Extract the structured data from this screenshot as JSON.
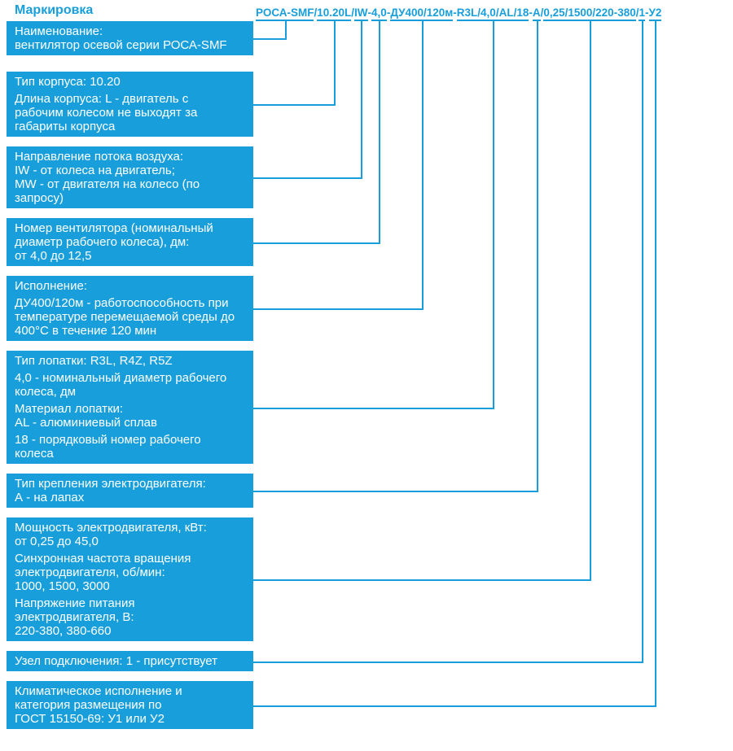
{
  "title": "Маркировка",
  "colors": {
    "accent": "#189fdb",
    "box_text": "#ffffff",
    "page_bg": "#ffffff"
  },
  "code": {
    "segments": [
      "РОСА-SMF",
      "10.20L",
      "IW",
      "4,0",
      "ДУ400/120м",
      "R3L/4,0/AL/18",
      "А",
      "0,25/1500/220-380",
      "1",
      "У2"
    ],
    "separators": [
      "/",
      "/",
      "-",
      "-",
      "-",
      "-",
      "/",
      "/",
      "-"
    ]
  },
  "boxes": [
    {
      "id": "name",
      "paragraphs": [
        "Наименование:\nвентилятор осевой серии РОСА-SMF"
      ]
    },
    {
      "id": "housing-type",
      "paragraphs": [
        "Тип корпуса: 10.20",
        "Длина корпуса: L - двигатель с\nрабочим колесом не выходят за\nгабариты корпуса"
      ]
    },
    {
      "id": "airflow-direction",
      "paragraphs": [
        "Направление потока воздуха:\nIW - от колеса на двигатель;\nMW - от двигателя на колесо (по\nзапросу)"
      ]
    },
    {
      "id": "fan-number",
      "paragraphs": [
        "Номер вентилятора (номинальный\nдиаметр рабочего колеса), дм:\nот 4,0 до 12,5"
      ]
    },
    {
      "id": "execution",
      "paragraphs": [
        "Исполнение:",
        "ДУ400/120м - работоспособность при\nтемпературе перемещаемой среды до\n400°С в течение 120 мин"
      ]
    },
    {
      "id": "blade-type",
      "paragraphs": [
        "Тип лопатки: R3L, R4Z, R5Z",
        "4,0 - номинальный диаметр рабочего\nколеса, дм",
        "Материал лопатки:\nAL - алюминиевый сплав",
        "18 - порядковый номер рабочего\nколеса"
      ]
    },
    {
      "id": "motor-mount",
      "paragraphs": [
        "Тип крепления электродвигателя:\nА - на лапах"
      ]
    },
    {
      "id": "motor-power",
      "paragraphs": [
        "Мощность электродвигателя, кВт:\nот 0,25 до 45,0",
        "Синхронная частота вращения\nэлектродвигателя, об/мин:\n1000, 1500, 3000",
        "Напряжение питания\nэлектродвигателя, В:\n220-380, 380-660"
      ]
    },
    {
      "id": "connection-unit",
      "paragraphs": [
        "Узел подключения: 1 - присутствует"
      ]
    },
    {
      "id": "climatic",
      "paragraphs": [
        "Климатическое исполнение и\nкатегория размещения по\nГОСТ 15150-69: У1 или У2"
      ]
    }
  ]
}
